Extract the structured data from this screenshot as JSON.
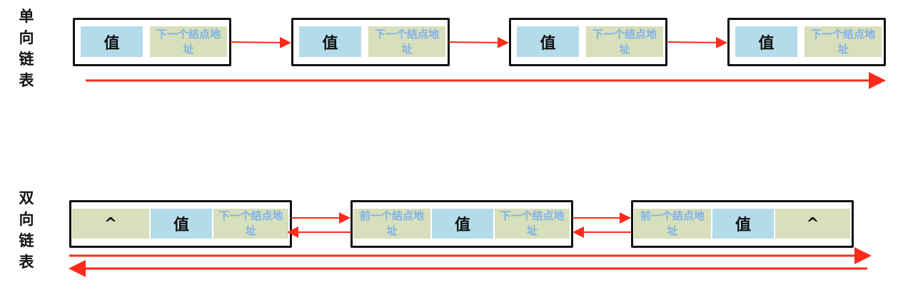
{
  "singly": {
    "label": "单向链表",
    "nodes": [
      {
        "value": "值",
        "next": "下一个结点地址"
      },
      {
        "value": "值",
        "next": "下一个结点地址"
      },
      {
        "value": "值",
        "next": "下一个结点地址"
      },
      {
        "value": "值",
        "next": "下一个结点地址"
      }
    ]
  },
  "doubly": {
    "label": "双向链表",
    "nodes": [
      {
        "prev": "^",
        "value": "值",
        "next": "下一个结点地址"
      },
      {
        "prev": "前一个结点地址",
        "value": "值",
        "next": "下一个结点地址"
      },
      {
        "prev": "前一个结点地址",
        "value": "值",
        "next": "^"
      }
    ]
  },
  "colors": {
    "arrow": "#ff2a1a",
    "value_cell": "#b4dbe9",
    "pointer_cell": "#d7dfbb",
    "pointer_text": "#7fb2ea"
  }
}
